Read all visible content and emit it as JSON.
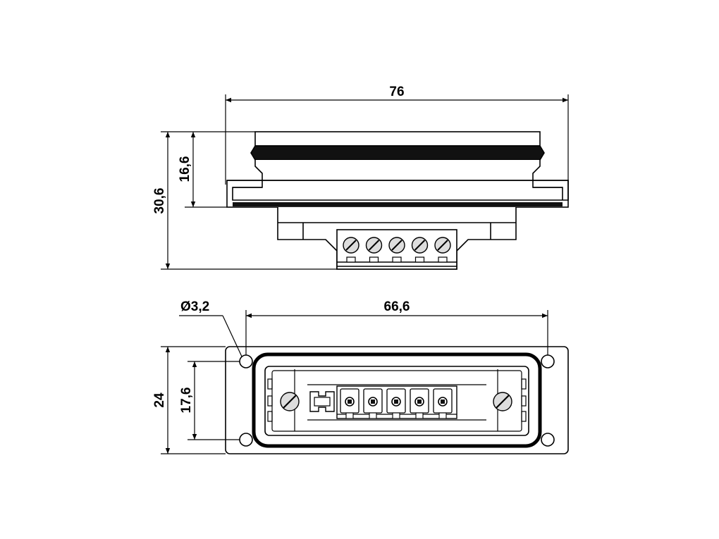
{
  "side_view": {
    "overall_width": "76",
    "overall_height": "30,6",
    "upper_height": "16,6",
    "terminal_count": 5
  },
  "front_view": {
    "hole_diameter": "Ø3,2",
    "hole_spacing": "66,6",
    "overall_height": "24",
    "inner_height": "17,6",
    "terminal_count": 5
  }
}
